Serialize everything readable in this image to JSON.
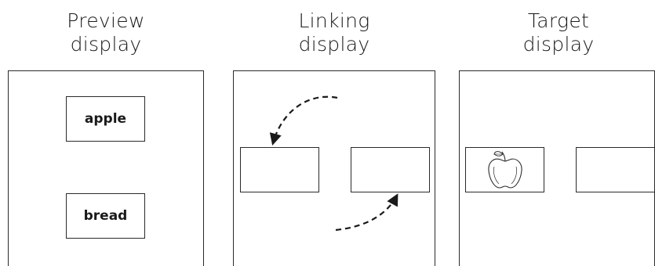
{
  "titles": {
    "preview": [
      "Preview",
      "display"
    ],
    "linking": [
      "Linking",
      "display"
    ],
    "target": [
      "Target",
      "display"
    ]
  },
  "preview_cards": {
    "top_word": "apple",
    "bottom_word": "bread"
  },
  "target_cards": {
    "left_image": "apple-drawing",
    "right_image": ""
  },
  "arrows": [
    {
      "name": "arrow-to-left-slot",
      "style": "dashed",
      "direction": "curving down-left into left box"
    },
    {
      "name": "arrow-to-right-slot",
      "style": "dashed",
      "direction": "curving up-right into right box"
    }
  ],
  "colors": {
    "stroke": "#2a2a2a",
    "background": "#ffffff"
  }
}
